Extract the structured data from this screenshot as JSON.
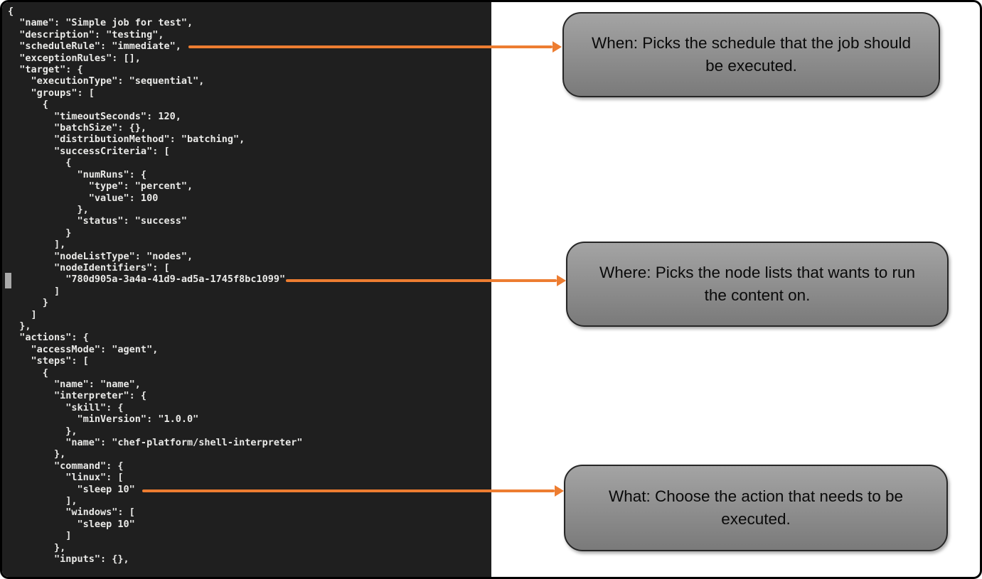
{
  "terminal": {
    "code": [
      "{",
      "  \"name\": \"Simple job for test\",",
      "  \"description\": \"testing\",",
      "  \"scheduleRule\": \"immediate\",",
      "  \"exceptionRules\": [],",
      "  \"target\": {",
      "    \"executionType\": \"sequential\",",
      "    \"groups\": [",
      "      {",
      "        \"timeoutSeconds\": 120,",
      "        \"batchSize\": {},",
      "        \"distributionMethod\": \"batching\",",
      "        \"successCriteria\": [",
      "          {",
      "            \"numRuns\": {",
      "              \"type\": \"percent\",",
      "              \"value\": 100",
      "            },",
      "            \"status\": \"success\"",
      "          }",
      "        ],",
      "        \"nodeListType\": \"nodes\",",
      "        \"nodeIdentifiers\": [",
      "          \"780d905a-3a4a-41d9-ad5a-1745f8bc1099\"",
      "        ]",
      "      }",
      "    ]",
      "  },",
      "  \"actions\": {",
      "    \"accessMode\": \"agent\",",
      "    \"steps\": [",
      "      {",
      "        \"name\": \"name\",",
      "        \"interpreter\": {",
      "          \"skill\": {",
      "            \"minVersion\": \"1.0.0\"",
      "          },",
      "          \"name\": \"chef-platform/shell-interpreter\"",
      "        },",
      "        \"command\": {",
      "          \"linux\": [",
      "            \"sleep 10\"",
      "          ],",
      "          \"windows\": [",
      "            \"sleep 10\"",
      "          ]",
      "        },",
      "        \"inputs\": {},"
    ]
  },
  "callouts": [
    {
      "label": "When: Picks the schedule that the job should be executed."
    },
    {
      "label": "Where: Picks the node lists that wants to run the content on."
    },
    {
      "label": "What: Choose the action that needs to be executed."
    }
  ],
  "colors": {
    "arrow": "#ED7D31",
    "terminal-bg": "#1F1F1F",
    "terminal-text": "#EAEAE8",
    "callout-top": "#A4A4A4",
    "callout-bottom": "#7A7A7A",
    "callout-border": "#262626",
    "frame-border": "#000000"
  }
}
